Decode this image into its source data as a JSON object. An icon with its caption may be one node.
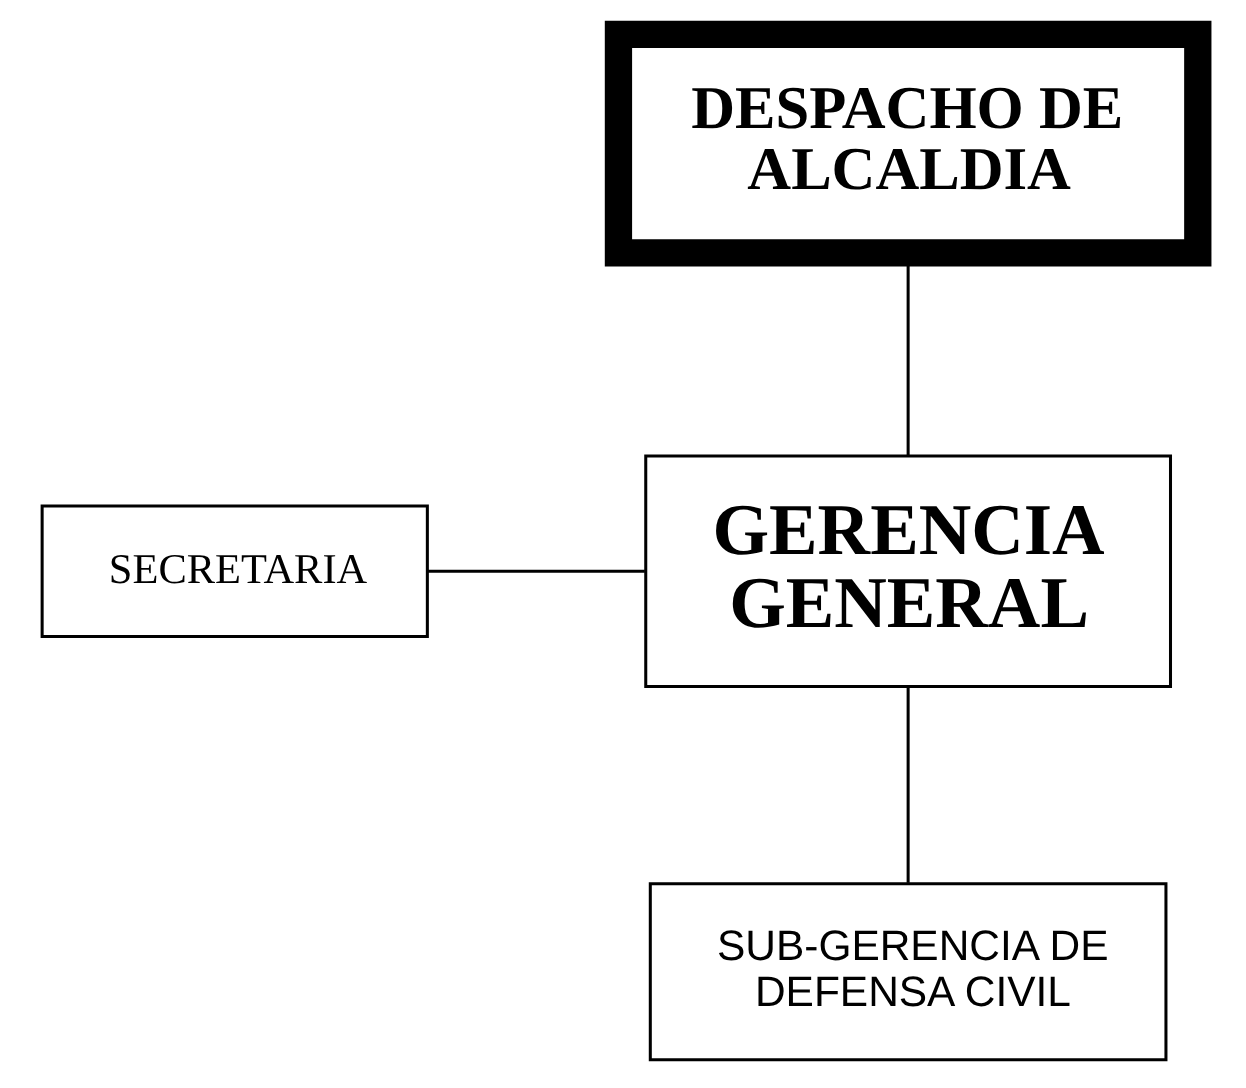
{
  "diagram": {
    "nodes": [
      {
        "text": [
          "DESPACHO DE ALCALDIA"
        ]
      },
      {
        "text": [
          "SECRETARIA"
        ]
      },
      {
        "text": [
          "GERENCIA GENERAL"
        ]
      },
      {
        "text": [
          "SUB-GERENCIA DE DEFENSA CIVIL"
        ]
      }
    ],
    "edges": [
      {
        "from": 0,
        "to": 2,
        "arrow": "none"
      },
      {
        "from": 1,
        "to": 2,
        "arrow": "none"
      },
      {
        "from": 2,
        "to": 3,
        "arrow": "none"
      }
    ]
  }
}
